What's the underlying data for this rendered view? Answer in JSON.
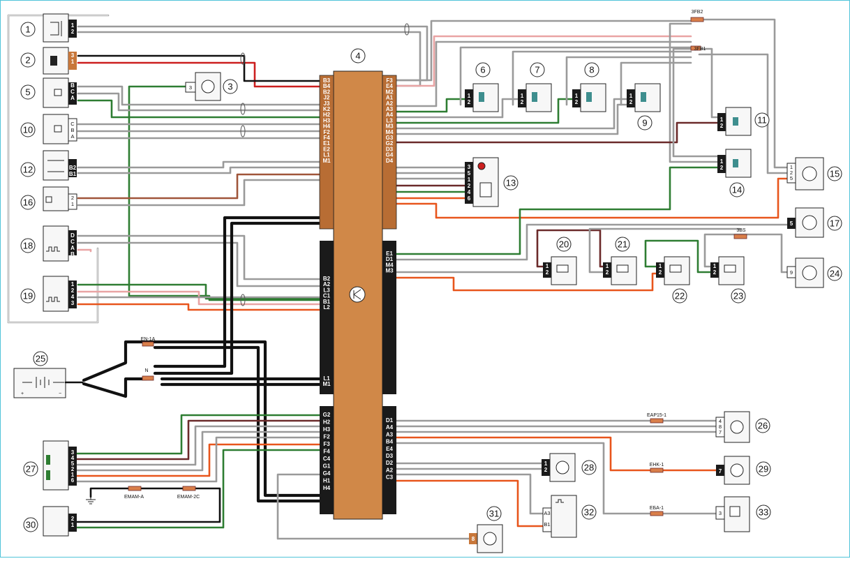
{
  "colors": {
    "black": "#111111",
    "white": "#ffffff",
    "grey": "#9a9a9a",
    "red": "#cc1f1f",
    "green": "#2e7d32",
    "orange": "#e8551c",
    "brown": "#6b2a2a",
    "pink": "#e9a4a4",
    "connector_orange": "#c8773a",
    "connector_black": "#1a1a1a"
  },
  "components": [
    "1",
    "2",
    "3",
    "4",
    "5",
    "6",
    "7",
    "8",
    "9",
    "10",
    "11",
    "12",
    "13",
    "14",
    "15",
    "16",
    "17",
    "18",
    "19",
    "20",
    "21",
    "22",
    "23",
    "24",
    "25",
    "26",
    "27",
    "28",
    "29",
    "30",
    "31",
    "32",
    "33"
  ],
  "splices": {
    "3fb2": "3FB2",
    "3fb1": "3FB1",
    "3bs": "3BS",
    "en1a": "EN-1A",
    "n": "N",
    "emam_a": "EMAM-A",
    "emam_2c": "EMAM-2C",
    "eap15": "EAP15-1",
    "ehk": "EHK-1",
    "eba": "EБA-1"
  },
  "ecu_pins": {
    "top_left": [
      "B3",
      "B4",
      "B2",
      "J2",
      "J3",
      "K2",
      "H2",
      "H3",
      "H4",
      "F2",
      "F4",
      "E1",
      "E2",
      "L1",
      "M1"
    ],
    "top_right": [
      "F3",
      "E4",
      "M2",
      "A1",
      "A2",
      "A3",
      "A4",
      "L3",
      "M3",
      "M4",
      "G3",
      "G2",
      "D3",
      "G4",
      "D4"
    ],
    "mid_left": [
      "B2",
      "A2",
      "L3",
      "C1",
      "B1",
      "L2"
    ],
    "mid_right": [
      "E1",
      "D1",
      "M4",
      "M3"
    ],
    "power_left": [
      "L1",
      "M1"
    ],
    "bottom_left": [
      "G2",
      "H2",
      "H3",
      "F2",
      "F3",
      "F4",
      "C4",
      "G1",
      "G4",
      "H1",
      "H4"
    ],
    "bottom_right": [
      "D1",
      "A4",
      "A3",
      "B4",
      "E4",
      "D3",
      "D2",
      "A2",
      "C3"
    ]
  },
  "connector_pins": {
    "c1": [
      "1",
      "2"
    ],
    "c2": [
      "3",
      "1"
    ],
    "c5": [
      "B",
      "C",
      "A"
    ],
    "c10": [
      "C",
      "B",
      "A"
    ],
    "c12": [
      "B2",
      "B1"
    ],
    "c16": [
      "2",
      "1"
    ],
    "c18": [
      "D",
      "C",
      "A",
      "B"
    ],
    "c19": [
      "1",
      "2",
      "4",
      "3"
    ],
    "c3": [
      "3"
    ],
    "c13": [
      "3",
      "5",
      "1",
      "2",
      "4",
      "6"
    ],
    "c6": [
      "1",
      "2"
    ],
    "c7": [
      "1",
      "2"
    ],
    "c8": [
      "1",
      "2"
    ],
    "c9": [
      "1",
      "2"
    ],
    "c11": [
      "1",
      "2"
    ],
    "c14": [
      "1",
      "2"
    ],
    "c15": [
      "1",
      "2",
      "5"
    ],
    "c17": [
      "5"
    ],
    "c20": [
      "1",
      "2"
    ],
    "c21": [
      "1",
      "2"
    ],
    "c22": [
      "1",
      "2"
    ],
    "c23": [
      "1",
      "2"
    ],
    "c24": [
      "9"
    ],
    "c26": [
      "4",
      "8",
      "7"
    ],
    "c27": [
      "3",
      "4",
      "5",
      "2",
      "1",
      "6"
    ],
    "c28": [
      "1",
      "2"
    ],
    "c29": [
      "7"
    ],
    "c30": [
      "2",
      "1"
    ],
    "c31": [
      "8"
    ],
    "c32": [
      "A3",
      "B1"
    ],
    "c33": [
      "3"
    ]
  },
  "battery_signs": {
    "plus": "+",
    "minus": "−"
  }
}
